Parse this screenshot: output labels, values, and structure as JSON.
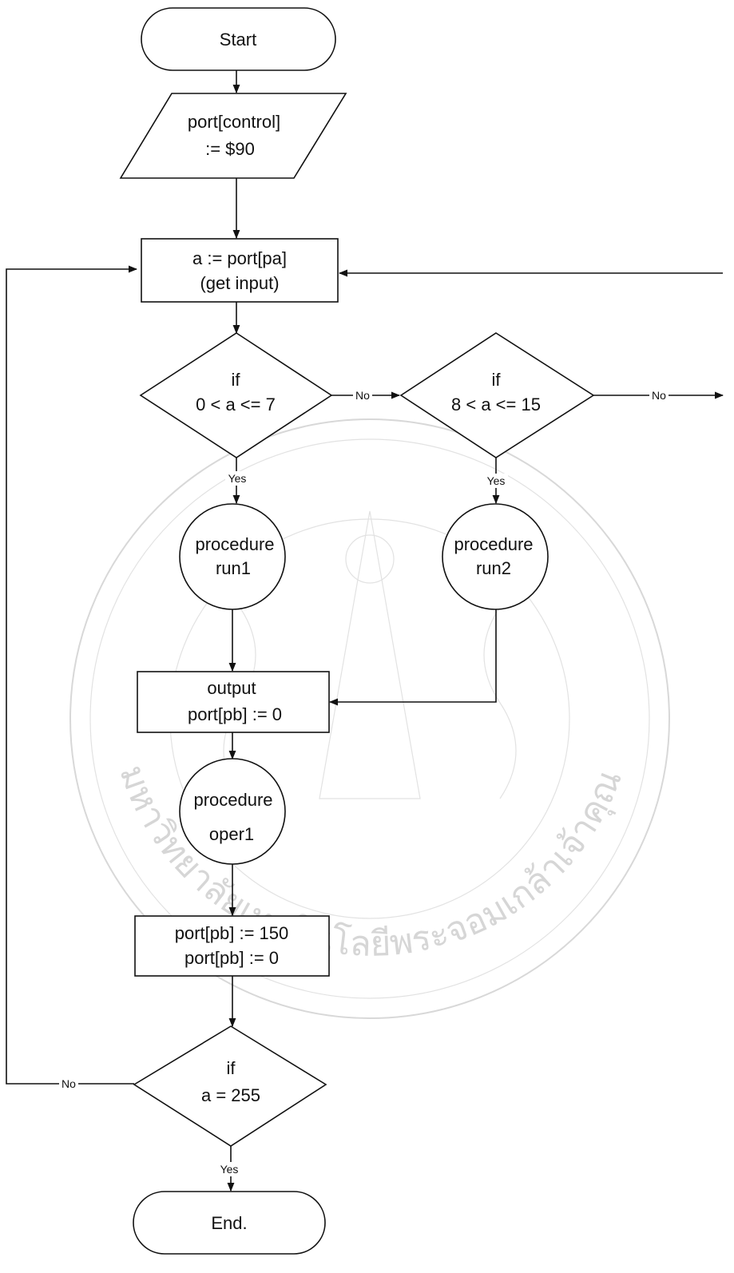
{
  "nodes": {
    "start": "Start",
    "init_line1": "port[control]",
    "init_line2": ":= $90",
    "input_line1": "a := port[pa]",
    "input_line2": "(get input)",
    "dec1_line1": "if",
    "dec1_line2": "0 < a <= 7",
    "dec2_line1": "if",
    "dec2_line2": "8 < a <= 15",
    "run1_line1": "procedure",
    "run1_line2": "run1",
    "run2_line1": "procedure",
    "run2_line2": "run2",
    "output_line1": "output",
    "output_line2": "port[pb] := 0",
    "oper1_line1": "procedure",
    "oper1_line2": "oper1",
    "pulse_line1": "port[pb] := 150",
    "pulse_line2": "port[pb] := 0",
    "dec3_line1": "if",
    "dec3_line2": "a = 255",
    "end": "End."
  },
  "edge_labels": {
    "dec1_no": "No",
    "dec2_no": "No",
    "dec1_yes": "Yes",
    "dec2_yes": "Yes",
    "dec3_no": "No",
    "dec3_yes": "Yes"
  },
  "watermark": {
    "text": "มหาวิทยาลัยเทคโนโลยีพระจอมเกล้าเจ้าคุณทหารลาดกระบัง"
  }
}
